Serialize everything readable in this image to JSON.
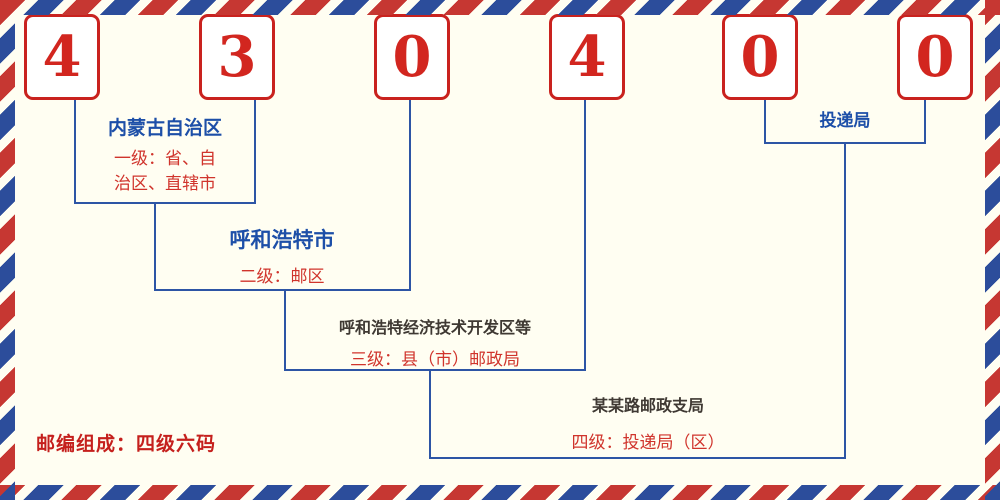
{
  "postal_code": {
    "digits": [
      "4",
      "3",
      "0",
      "4",
      "0",
      "0"
    ]
  },
  "levels": [
    {
      "name": "内蒙古自治区",
      "desc": "一级：省、自治区、直辖市"
    },
    {
      "name": "呼和浩特市",
      "desc": "二级：邮区"
    },
    {
      "name": "呼和浩特经济技术开发区等",
      "desc": "三级：县（市）邮政局"
    },
    {
      "name": "某某路邮政支局",
      "desc": "四级：投递局（区）"
    }
  ],
  "delivery_office_label": "投递局",
  "footer": {
    "note": "邮编组成：四级六码"
  },
  "colors": {
    "background": "#fffef2",
    "digit_red": "#d2261f",
    "digit_border_red": "#c9221e",
    "label_blue": "#1d4fa8",
    "desc_red": "#d0342c",
    "dark_text": "#3f3933",
    "line_blue": "#2d55a5",
    "border_stripe_red": "#c63732",
    "border_stripe_blue": "#2c4d9b",
    "footer_red": "#c5201d"
  }
}
